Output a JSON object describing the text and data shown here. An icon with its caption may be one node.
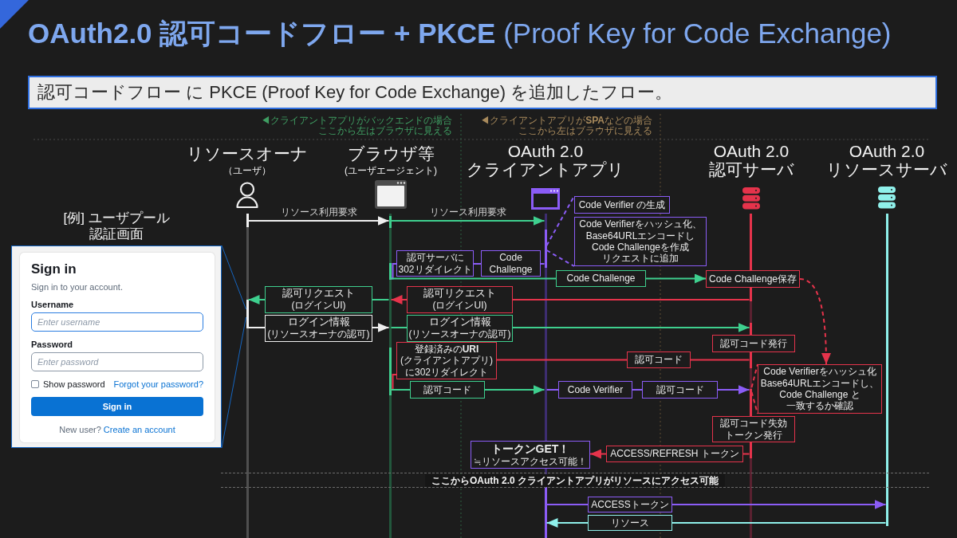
{
  "diagram": {
    "title": "**OAuth2.0 認可コードフロー + PKCE** (Proof Key for Code Exchange)",
    "nodes": [
      {
        "text": [
          "認可コードフロー に PKCE (Proof Key for Code Exchange) を追加したフロー。"
        ]
      },
      {
        "text": [
          "リソースオーナ",
          "（ユーザ）"
        ]
      },
      {
        "text": [
          "ブラウザ等",
          "(ユーザエージェント)"
        ]
      },
      {
        "text": [
          "OAuth 2.0 クライアントアプリ"
        ]
      },
      {
        "text": [
          "OAuth 2.0 認可サーバ"
        ]
      },
      {
        "text": [
          "OAuth 2.0 リソースサーバ"
        ]
      },
      {
        "text": [
          "[例] ユーザプール認証画面"
        ]
      },
      {
        "text": [],
        "shape": "bar"
      },
      {
        "text": [],
        "shape": "bar"
      },
      {
        "text": [],
        "shape": "bar"
      },
      {
        "text": [],
        "shape": "bar"
      },
      {
        "text": [],
        "shape": "bar"
      },
      {
        "text": [
          "Code Verifier の生成"
        ]
      },
      {
        "text": [
          "Code Verifierをハッシュ化、 Base64URLエンコードし Code Challengeを作成リクエストに追加"
        ]
      },
      {
        "text": [
          "認可サーバに 302リダイレクト"
        ]
      },
      {
        "text": [
          "Code Challenge"
        ]
      },
      {
        "text": [
          "Code Challenge"
        ]
      },
      {
        "text": [
          "Code Challenge保存"
        ]
      },
      {
        "text": [
          "認可リクエスト",
          "(ログインUI)"
        ]
      },
      {
        "text": [
          "認可リクエスト",
          "(ログインUI)"
        ]
      },
      {
        "text": [
          "ログイン情報",
          "(リソースオーナの認可)"
        ]
      },
      {
        "text": [
          "ログイン情報",
          "(リソースオーナの認可)"
        ]
      },
      {
        "text": [
          "認可コード発行"
        ]
      },
      {
        "text": [
          "登録済みの**URI**$_{(クライアントアプリ)}$ に302リダイレクト"
        ]
      },
      {
        "text": [
          "認可コード"
        ]
      },
      {
        "text": [
          "Code Verifierをハッシュ化 Base64URLエンコードし、 Code Challenge と一致するか確認"
        ]
      },
      {
        "text": [
          "認可コード"
        ]
      },
      {
        "text": [
          "Code Verifier"
        ]
      },
      {
        "text": [
          "認可コード"
        ]
      },
      {
        "text": [
          "認可コード失効トークン発行"
        ]
      },
      {
        "text": [
          "トークンGET！",
          "≒リソースアクセス可能！"
        ]
      },
      {
        "text": [
          "ACCESS/REFRESH トークン"
        ]
      },
      {
        "text": [
          "ここからOAuth 2.0 クライアントアプリがリソースにアクセス可能"
        ]
      },
      {
        "text": [
          "ACCESSトークン"
        ]
      },
      {
        "text": [
          "リソース"
        ]
      }
    ],
    "edges": [
      {
        "from": 7,
        "to": 8,
        "arrow": "to",
        "label": "リソース利用要求",
        "color": "#f0f0f0"
      },
      {
        "from": 8,
        "to": 9,
        "arrow": "to",
        "label": "リソース利用要求",
        "color": "#3ecf8e"
      },
      {
        "from": 9,
        "to": 12,
        "arrow": "none",
        "style": "dashed"
      },
      {
        "from": 9,
        "to": 13,
        "arrow": "none",
        "style": "dashed"
      },
      {
        "from": 9,
        "to": 15,
        "arrow": "none"
      },
      {
        "from": 15,
        "to": 14,
        "arrow": "none"
      },
      {
        "from": 14,
        "to": 8,
        "arrow": "none"
      },
      {
        "from": 8,
        "to": 16,
        "arrow": "none",
        "color": "#3ecf8e"
      },
      {
        "from": 16,
        "to": 17,
        "arrow": "to",
        "color": "#3ecf8e"
      },
      {
        "from": 10,
        "to": 19,
        "arrow": "none",
        "color": "#e5334b"
      },
      {
        "from": 19,
        "to": 8,
        "arrow": "to",
        "color": "#e5334b"
      },
      {
        "from": 8,
        "to": 18,
        "arrow": "none",
        "color": "#3ecf8e"
      },
      {
        "from": 18,
        "to": 7,
        "arrow": "to",
        "color": "#3ecf8e"
      },
      {
        "from": 7,
        "to": 20,
        "arrow": "none",
        "color": "#f0f0f0"
      },
      {
        "from": 20,
        "to": 8,
        "arrow": "to",
        "color": "#f0f0f0"
      },
      {
        "from": 8,
        "to": 21,
        "arrow": "none",
        "color": "#3ecf8e"
      },
      {
        "from": 21,
        "to": 10,
        "arrow": "to",
        "color": "#3ecf8e"
      },
      {
        "from": 10,
        "to": 24,
        "arrow": "none",
        "color": "#e5334b"
      },
      {
        "from": 24,
        "to": 23,
        "arrow": "none",
        "color": "#e5334b"
      },
      {
        "from": 23,
        "to": 8,
        "arrow": "none",
        "color": "#e5334b"
      },
      {
        "from": 8,
        "to": 26,
        "arrow": "none",
        "color": "#3ecf8e"
      },
      {
        "from": 26,
        "to": 9,
        "arrow": "to",
        "color": "#3ecf8e"
      },
      {
        "from": 9,
        "to": 27,
        "arrow": "none"
      },
      {
        "from": 27,
        "to": 28,
        "arrow": "none"
      },
      {
        "from": 28,
        "to": 10,
        "arrow": "to"
      },
      {
        "from": 17,
        "to": 25,
        "arrow": "to",
        "style": "dashed",
        "color": "#e5334b"
      },
      {
        "from": 10,
        "to": 25,
        "arrow": "none",
        "style": "dashed",
        "color": "#e5334b"
      },
      {
        "from": 10,
        "to": 25,
        "arrow": "none",
        "style": "dashed",
        "color": "#e5334b"
      },
      {
        "from": 10,
        "to": 31,
        "arrow": "none",
        "color": "#e5334b"
      },
      {
        "from": 31,
        "to": 30,
        "arrow": "to",
        "color": "#e5334b"
      },
      {
        "from": 9,
        "to": 33,
        "arrow": "none"
      },
      {
        "from": 33,
        "to": 11,
        "arrow": "to"
      },
      {
        "from": 11,
        "to": 34,
        "arrow": "none",
        "color": "#8ff0ea"
      },
      {
        "from": 34,
        "to": 9,
        "arrow": "to",
        "color": "#8ff0ea"
      },
      {
        "from": 6,
        "to": 7,
        "arrow": "none",
        "color": "#1565c0"
      },
      {
        "from": 6,
        "to": 7,
        "arrow": "none",
        "color": "#1565c0"
      }
    ],
    "labels": [
      "◀クライアントアプリがバックエンドの場合ここから左はブラウザに見える",
      "◀クライアントアプリが**SPA**などの場合ここから左はブラウザに見える",
      "Sign in",
      "Sign in to your account.",
      "Username",
      "Enter username",
      "Password",
      "Enter password",
      "Show password",
      "Forgot your password?",
      "Sign in",
      "New user?",
      "Create an account"
    ]
  }
}
